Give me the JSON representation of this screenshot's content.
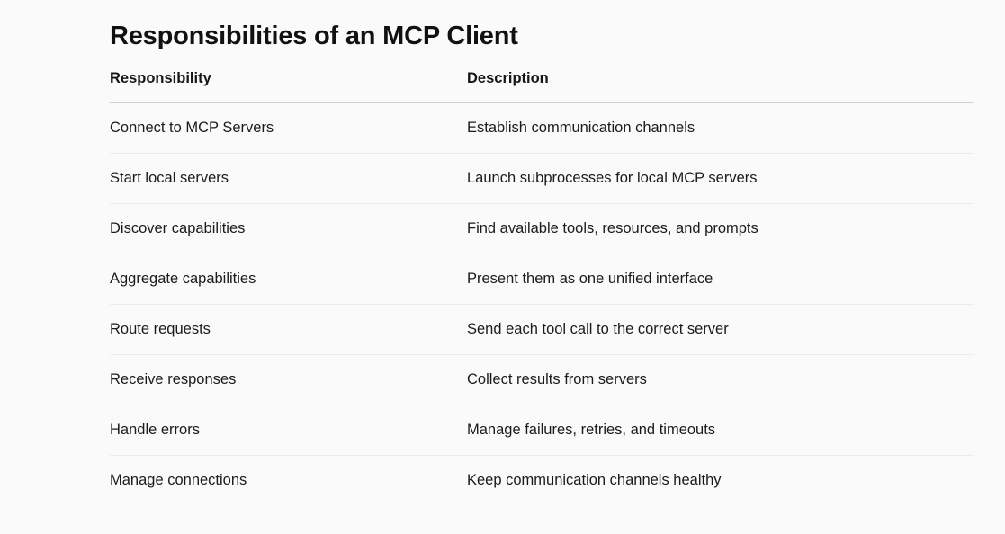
{
  "page": {
    "title": "Responsibilities of an MCP Client"
  },
  "table": {
    "headers": [
      "Responsibility",
      "Description"
    ],
    "rows": [
      [
        "Connect to MCP Servers",
        "Establish communication channels"
      ],
      [
        "Start local servers",
        "Launch subprocesses for local MCP servers"
      ],
      [
        "Discover capabilities",
        "Find available tools, resources, and prompts"
      ],
      [
        "Aggregate capabilities",
        "Present them as one unified interface"
      ],
      [
        "Route requests",
        "Send each tool call to the correct server"
      ],
      [
        "Receive responses",
        "Collect results from servers"
      ],
      [
        "Handle errors",
        "Manage failures, retries, and timeouts"
      ],
      [
        "Manage connections",
        "Keep communication channels healthy"
      ]
    ]
  }
}
